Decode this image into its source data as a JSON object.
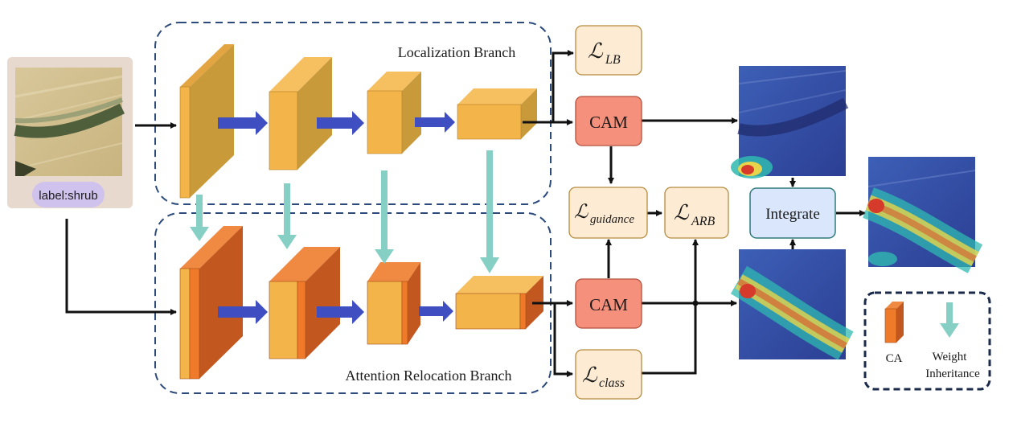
{
  "input": {
    "label": "label:shrub"
  },
  "branches": {
    "top": "Localization Branch",
    "bottom": "Attention Relocation Branch"
  },
  "losses": {
    "lb": {
      "symbol": "ℒ",
      "sub": "LB"
    },
    "guidance": {
      "symbol": "ℒ",
      "sub": "guidance"
    },
    "arb": {
      "symbol": "ℒ",
      "sub": "ARB"
    },
    "class": {
      "symbol": "ℒ",
      "sub": "class"
    }
  },
  "blocks": {
    "cam_top": "CAM",
    "cam_bottom": "CAM",
    "integrate": "Integrate"
  },
  "legend": {
    "ca": "CA",
    "weight_line1": "Weight",
    "weight_line2": "Inheritance"
  },
  "colors": {
    "dash_blue": "#2c4a7c",
    "block_face": "#f3b54a",
    "block_side": "#c99a3a",
    "ca_red": "#c2571f",
    "ca_stripe": "#ef7b2a",
    "flow_arrow": "#3f4fc2",
    "weight_arrow": "#86cfc4",
    "cam_fill": "#f4907c",
    "loss_fill": "#fdecd3",
    "integrate_fill": "#d9e6fb"
  }
}
